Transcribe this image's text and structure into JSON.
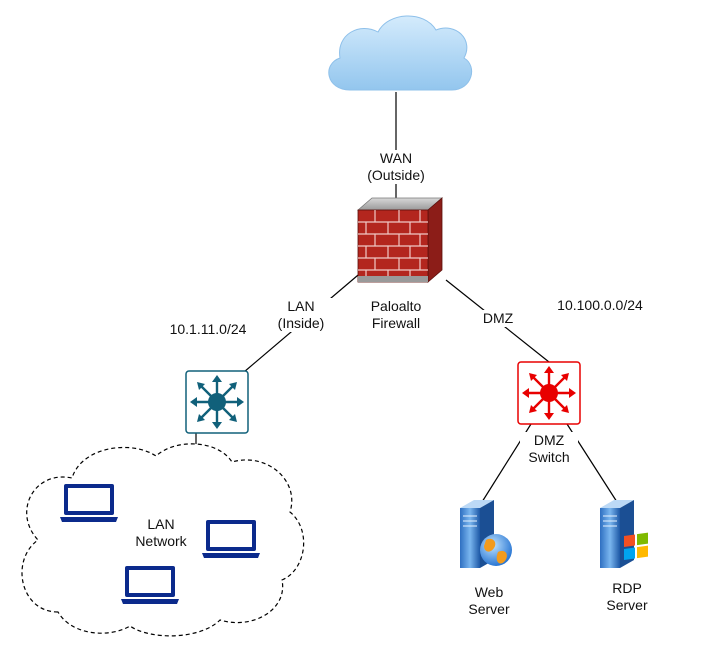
{
  "wan": {
    "line1": "WAN",
    "line2": "(Outside)"
  },
  "firewall": {
    "line1": "Paloalto",
    "line2": "Firewall"
  },
  "lan_link": {
    "line1": "LAN",
    "line2": "(Inside)"
  },
  "lan_subnet": "10.1.11.0/24",
  "dmz_link": "DMZ",
  "dmz_subnet": "10.100.0.0/24",
  "dmz_switch": {
    "line1": "DMZ",
    "line2": "Switch"
  },
  "lan_network": {
    "line1": "LAN",
    "line2": "Network"
  },
  "web_server": {
    "line1": "Web",
    "line2": "Server"
  },
  "rdp_server": {
    "line1": "RDP",
    "line2": "Server"
  },
  "colors": {
    "cloud": "#a9d4f5",
    "lan_switch": "#10607a",
    "dmz_switch": "#e80000",
    "laptop": "#0b2a8c",
    "brick": "#b3261e"
  },
  "icons": [
    "internet-cloud-icon",
    "firewall-icon",
    "lan-switch-icon",
    "dmz-switch-icon",
    "laptop-icon",
    "web-server-icon",
    "rdp-server-icon"
  ]
}
